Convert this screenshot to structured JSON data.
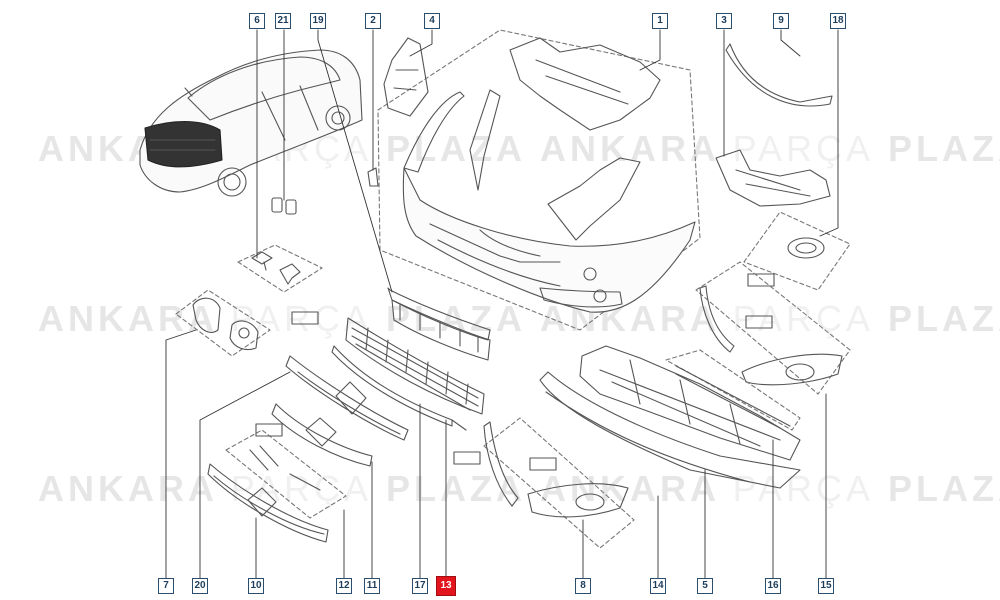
{
  "watermark": {
    "left": "ANKARA",
    "middle": "PARÇA",
    "right": "PLAZA"
  },
  "colors": {
    "line": "#555555",
    "label_border": "#2a4f6e",
    "label_text": "#1c3d5c",
    "highlight": "#e2141c",
    "watermark": "#e6e6e6"
  },
  "labels": {
    "l6": "6",
    "l21": "21",
    "l19": "19",
    "l2": "2",
    "l4": "4",
    "l1": "1",
    "l3": "3",
    "l9": "9",
    "l18": "18",
    "l7": "7",
    "l20": "20",
    "l10": "10",
    "l12": "12",
    "l11": "11",
    "l17": "17",
    "l13": "13",
    "l8": "8",
    "l14": "14",
    "l5": "5",
    "l16": "16",
    "l15": "15"
  },
  "highlighted_part": "13"
}
